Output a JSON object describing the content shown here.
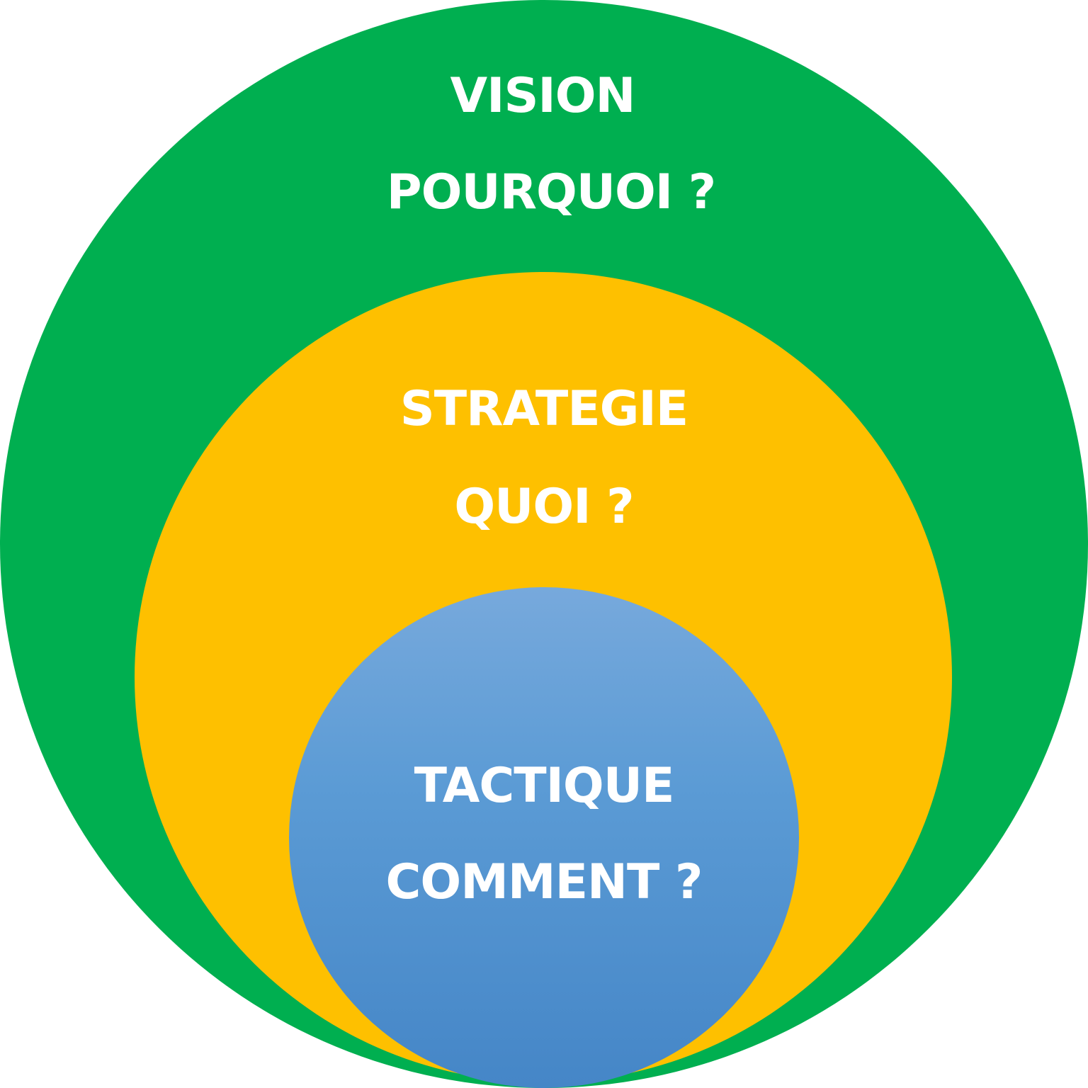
{
  "diagram": {
    "outer": {
      "title": "VISION",
      "question": "POURQUOI ?",
      "color": "#00AF50"
    },
    "middle": {
      "title": "STRATEGIE",
      "question": "QUOI ?",
      "color": "#FEC000"
    },
    "inner": {
      "title": "TACTIQUE",
      "question": "COMMENT ?",
      "color": "#5B9BD5"
    }
  }
}
